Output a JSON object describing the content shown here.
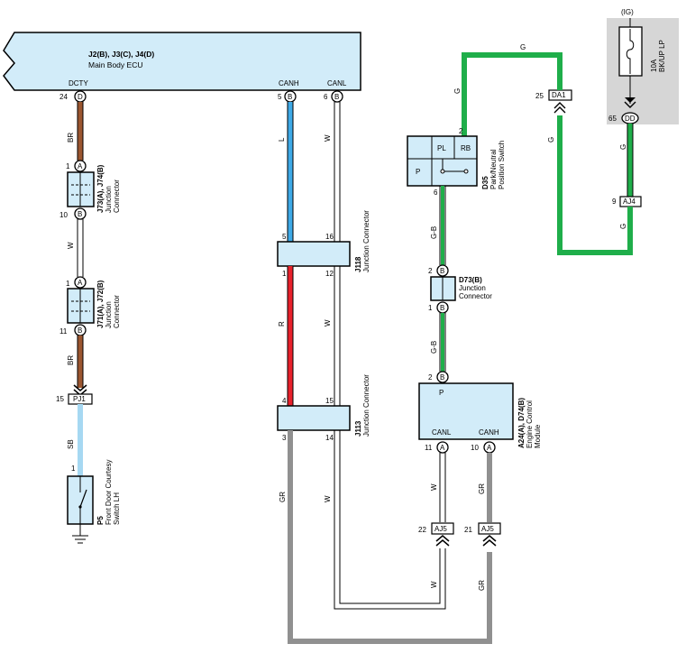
{
  "ecu": {
    "label1": "J2(B), J3(C), J4(D)",
    "label2": "Main Body ECU",
    "pin_dcty": "DCTY",
    "pin_canh": "CANH",
    "pin_canl": "CANL",
    "num_24": "24",
    "term_24": "D",
    "num_5": "5",
    "term_5": "B",
    "num_6": "6",
    "term_6": "B"
  },
  "colors": {
    "brown": "#9b5630",
    "blue": "#3ea9e6",
    "red": "#e8212b",
    "gray": "#909090",
    "green": "#1fae4a",
    "lightblue": "#a6d8f2",
    "box": "#d2ecf9",
    "shade": "#d6d6d6"
  },
  "wires": {
    "br1": "BR",
    "w1": "W",
    "br2": "BR",
    "sb": "SB",
    "l": "L",
    "w_canl1": "W",
    "r": "R",
    "w_canl2": "W",
    "gr1": "GR",
    "w_canl3": "W",
    "g_top": "G",
    "g_left": "G",
    "g_mid": "G",
    "g_right": "G",
    "g_lower": "G",
    "gb1": "G-B",
    "gb2": "G-B",
    "w_ecm": "W",
    "gr_ecm": "GR",
    "w_bottom": "W",
    "gr_bottom": "GR"
  },
  "j73": {
    "title": "J73(A), J74(B)",
    "sub1": "Junction",
    "sub2": "Connector",
    "pin_top": "1",
    "term_top": "A",
    "pin_bot": "10",
    "term_bot": "B"
  },
  "j71": {
    "title": "J71(A), J72(B)",
    "sub1": "Junction",
    "sub2": "Connector",
    "pin_top": "1",
    "term_top": "A",
    "pin_bot": "11",
    "term_bot": "B"
  },
  "pj1": {
    "num": "15",
    "label": "PJ1"
  },
  "p5": {
    "pin": "1",
    "code": "P5",
    "sub1": "Front Door Courtesy",
    "sub2": "Switch LH"
  },
  "j118": {
    "code": "J118",
    "sub": "Junction Connector",
    "p5": "5",
    "p16": "16",
    "p1": "1",
    "p12": "12"
  },
  "j113": {
    "code": "J113",
    "sub": "Junction Connector",
    "p4": "4",
    "p15": "15",
    "p3": "3",
    "p14": "14"
  },
  "d35": {
    "code": "D35",
    "sub1": "Park/Neutral",
    "sub2": "Position Switch",
    "pl": "PL",
    "rb": "RB",
    "p": "P",
    "pin_top": "2",
    "pin_bot": "6"
  },
  "d73": {
    "code": "D73(B)",
    "sub1": "Junction",
    "sub2": "Connector",
    "pin_top": "2",
    "term_top": "B",
    "pin_bot": "1",
    "term_bot": "B"
  },
  "ecm": {
    "code": "A24(A), D74(B)",
    "sub1": "Engine Control",
    "sub2": "Module",
    "p": "P",
    "canl": "CANL",
    "canh": "CANH",
    "pin_p": "2",
    "term_p": "B",
    "pin_canl": "11",
    "term_canl": "A",
    "pin_canh": "10",
    "term_canh": "A"
  },
  "aj5a": {
    "num": "22",
    "label": "AJ5"
  },
  "aj5b": {
    "num": "21",
    "label": "AJ5"
  },
  "da1": {
    "num": "25",
    "label": "DA1"
  },
  "ig": {
    "label": "(IG)",
    "fuse1": "10A",
    "fuse2": "BK/UP LP",
    "num_65": "65",
    "term_65": "DD"
  },
  "aj4": {
    "num": "9",
    "label": "AJ4"
  }
}
